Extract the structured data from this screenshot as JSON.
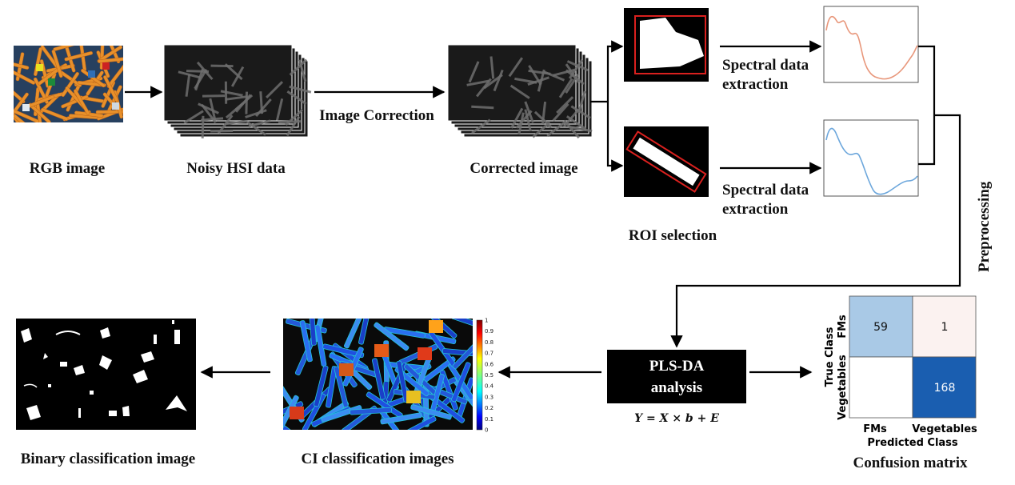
{
  "labels": {
    "rgb_image": "RGB image",
    "noisy_hsi": "Noisy HSI data",
    "image_correction": "Image Correction",
    "corrected_image": "Corrected image",
    "spectral_extraction_1": "Spectral data extraction",
    "spectral_extraction_2": "Spectral data extraction",
    "roi_selection": "ROI selection",
    "preprocessing": "Preprocessing",
    "plsda_line1": "PLS-DA",
    "plsda_line2": "analysis",
    "equation": "Y = X × b + E",
    "confusion_matrix": "Confusion matrix",
    "ci_images": "CI classification images",
    "binary_image": "Binary classification image"
  },
  "confusion_matrix": {
    "row_axis_label": "True Class",
    "col_axis_label": "Predicted Class",
    "row_labels": [
      "FMs",
      "Vegetables"
    ],
    "col_labels": [
      "FMs",
      "Vegetables"
    ],
    "cells": [
      [
        "59",
        "1"
      ],
      [
        "",
        "168"
      ]
    ],
    "colors": [
      [
        "#a9c9e6",
        "#fbf2f0"
      ],
      [
        "#ffffff",
        "#1a5eb0"
      ]
    ]
  },
  "colorbar": {
    "ticks": [
      "1",
      "0.9",
      "0.8",
      "0.7",
      "0.6",
      "0.5",
      "0.4",
      "0.3",
      "0.2",
      "0.1",
      "0"
    ]
  },
  "colors": {
    "spectrum_1": "#e8967a",
    "spectrum_2": "#6da7dc",
    "roi_border": "#d9201e",
    "carrot": "#e8902a",
    "rgb_background": "#27405f"
  }
}
